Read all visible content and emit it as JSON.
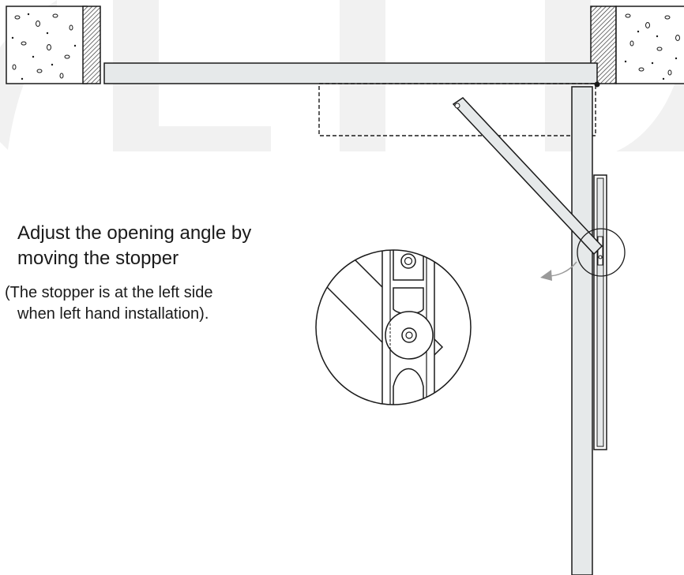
{
  "instruction": {
    "line1": "Adjust the opening angle by",
    "line2": "moving the stopper"
  },
  "note": {
    "line1": "(The stopper is at the left side",
    "line2": "when left hand installation)."
  },
  "colors": {
    "line": "#1a1a1a",
    "panel_fill": "#e6e9ea",
    "watermark": "#f1f1f1",
    "wall_hatch": "#333333",
    "arrow": "#9a9a9a"
  },
  "icons": {
    "watermark": "watermark-letters",
    "arrow": "curved-arrow-icon",
    "stopper": "stopper-icon"
  }
}
